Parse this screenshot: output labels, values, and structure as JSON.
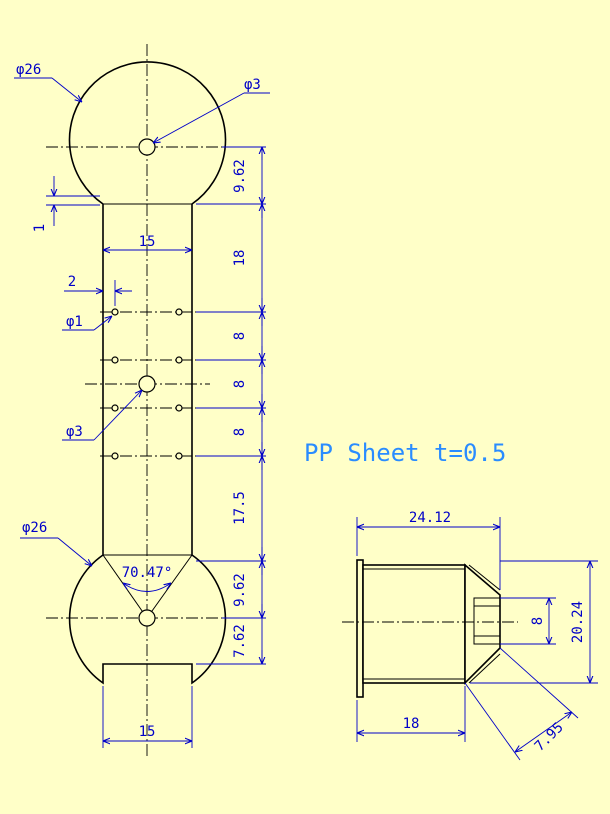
{
  "title": "PP Sheet t=0.5",
  "dims": {
    "phi26_top": "φ26",
    "phi3_top": "φ3",
    "d_9_62": "9.62",
    "d_1": "1",
    "d_15_top": "15",
    "d_18_vert": "18",
    "d_2": "2",
    "phi1": "φ1",
    "d_8_a": "8",
    "d_8_b": "8",
    "phi3_mid": "φ3",
    "d_8_c": "8",
    "d_17_5": "17.5",
    "phi26_bottom": "φ26",
    "angle": "70.47°",
    "d_9_62_b": "9.62",
    "d_7_62": "7.62",
    "d_15_bottom": "15",
    "d_24_12": "24.12",
    "d_8_right": "8",
    "d_20_24": "20.24",
    "d_18_bottom": "18",
    "d_7_95": "7.95"
  },
  "colors": {
    "background": "#ffffc8",
    "dimension": "#0000c8",
    "title": "#2a8cff",
    "outline": "#000000"
  }
}
